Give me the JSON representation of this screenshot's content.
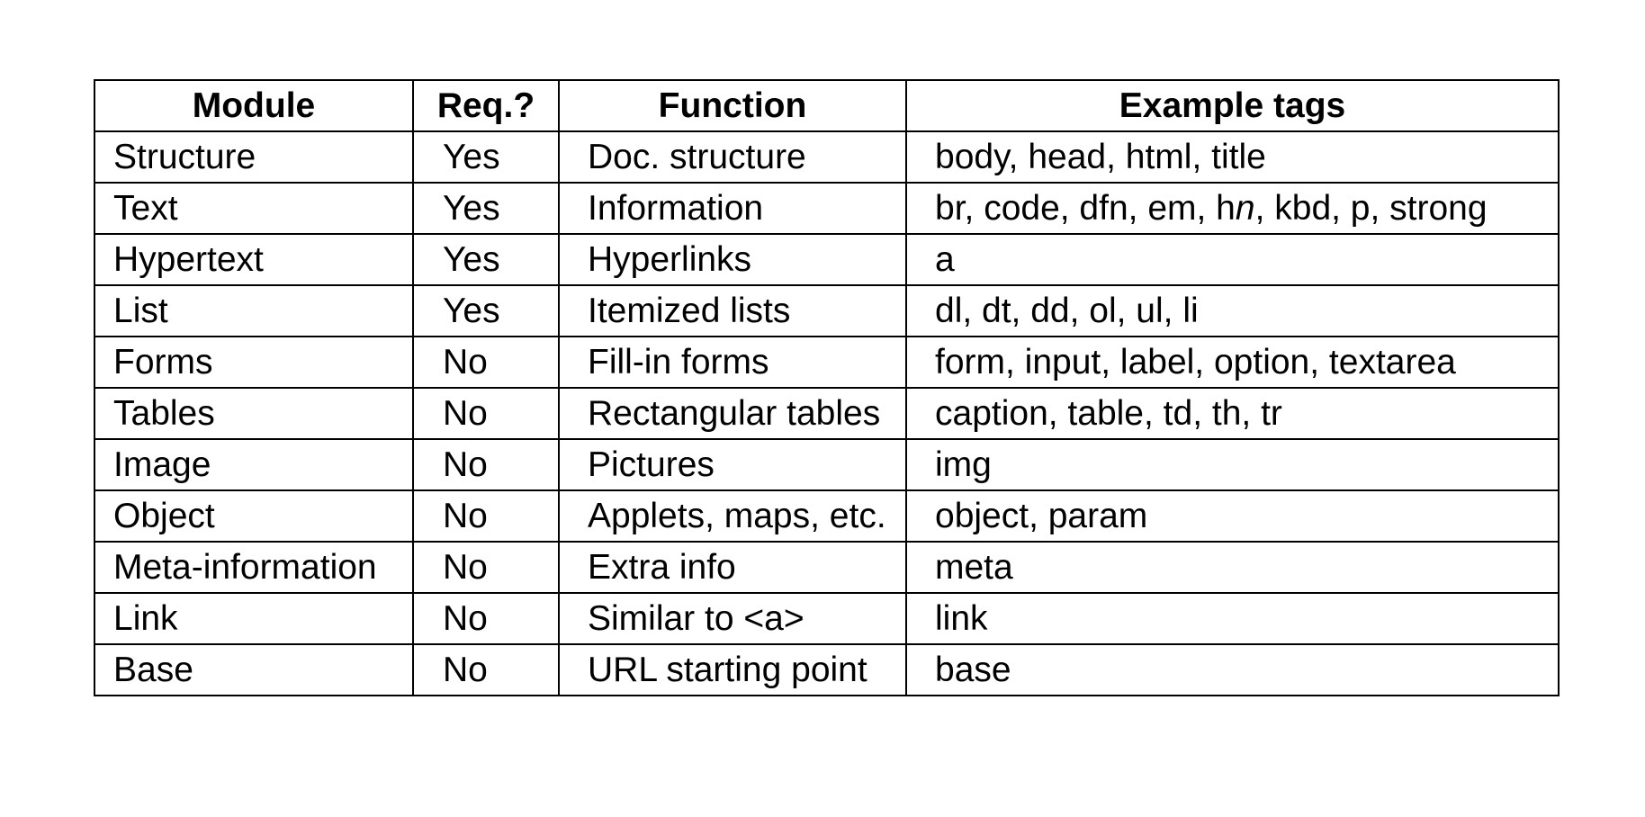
{
  "table": {
    "headers": {
      "module": "Module",
      "required": "Req.?",
      "function": "Function",
      "tags": "Example tags"
    },
    "rows": [
      {
        "module": "Structure",
        "required": "Yes",
        "function": "Doc. structure",
        "tags": "body, head, html, title"
      },
      {
        "module": "Text",
        "required": "Yes",
        "function": "Information",
        "tags_before": "br, code, dfn, em, h",
        "tags_italic": "n",
        "tags_after": ", kbd, p, strong"
      },
      {
        "module": "Hypertext",
        "required": "Yes",
        "function": "Hyperlinks",
        "tags": "a"
      },
      {
        "module": "List",
        "required": "Yes",
        "function": "Itemized lists",
        "tags": "dl, dt, dd, ol, ul, li"
      },
      {
        "module": "Forms",
        "required": "No",
        "function": "Fill-in forms",
        "tags": "form, input, label, option, textarea"
      },
      {
        "module": "Tables",
        "required": "No",
        "function": "Rectangular tables",
        "tags": "caption, table, td, th, tr"
      },
      {
        "module": "Image",
        "required": "No",
        "function": "Pictures",
        "tags": "img"
      },
      {
        "module": "Object",
        "required": "No",
        "function": "Applets, maps, etc.",
        "tags": "object, param"
      },
      {
        "module": "Meta-information",
        "required": "No",
        "function": "Extra info",
        "tags": "meta"
      },
      {
        "module": "Link",
        "required": "No",
        "function": "Similar to <a>",
        "tags": "link"
      },
      {
        "module": "Base",
        "required": "No",
        "function": "URL starting point",
        "tags": "base"
      }
    ]
  }
}
